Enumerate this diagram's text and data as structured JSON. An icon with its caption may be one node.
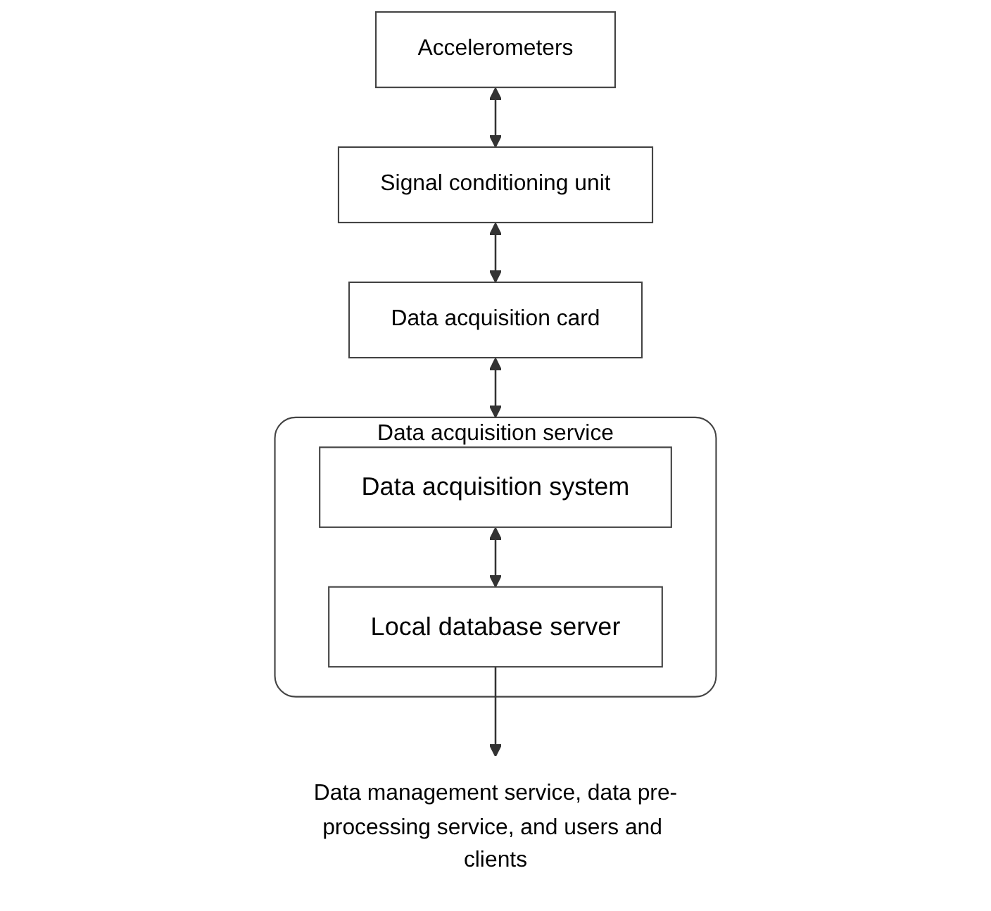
{
  "diagram": {
    "nodes": [
      {
        "text": [
          "Accelerometers"
        ]
      },
      {
        "text": [
          "Signal conditioning unit"
        ]
      },
      {
        "text": [
          "Data acquisition card"
        ]
      },
      {
        "text": [
          "Data acquisition service"
        ]
      },
      {
        "text": [
          "Data acquisition system"
        ],
        "in": 3
      },
      {
        "text": [
          "Local database server"
        ],
        "in": 3
      },
      {
        "text": [
          "Data management service, data pre-processing service, and users and clients"
        ]
      }
    ],
    "edges": [
      {
        "from": 0,
        "to": 1,
        "arrow": "both"
      },
      {
        "from": 1,
        "to": 2,
        "arrow": "both"
      },
      {
        "from": 2,
        "to": 3,
        "arrow": "both"
      },
      {
        "from": 4,
        "to": 5,
        "arrow": "both"
      },
      {
        "from": 5,
        "to": 6,
        "arrow": "to"
      }
    ]
  }
}
